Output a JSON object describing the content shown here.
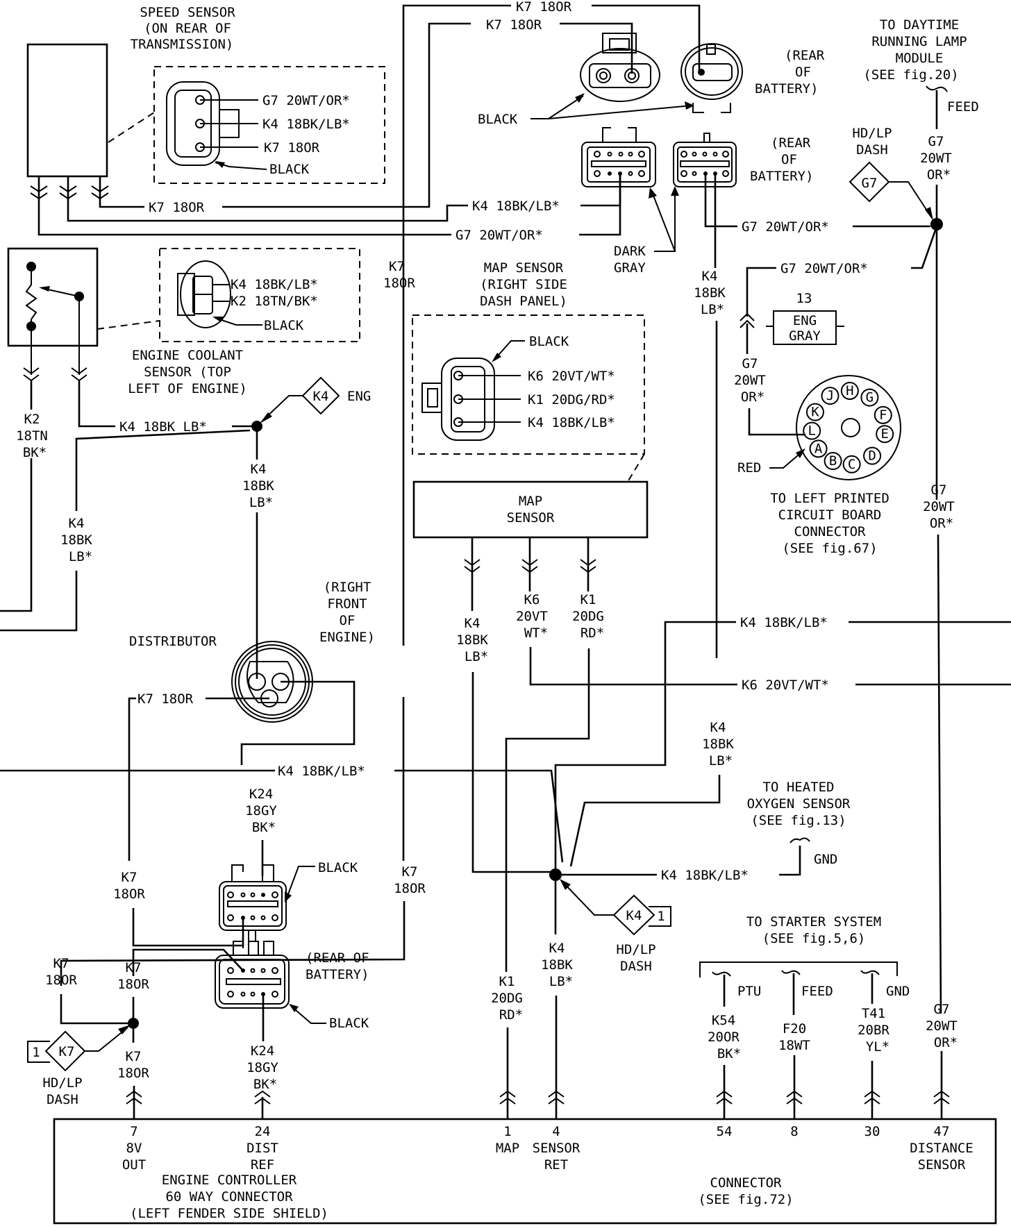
{
  "title": "Engine controller wiring: speed, coolant, MAP, distributor sensors",
  "colors": {
    "ink": "#000000",
    "paper": "#ffffff"
  },
  "components": {
    "speed_sensor": {
      "title": [
        "SPEED SENSOR",
        "(ON REAR OF",
        "TRANSMISSION)"
      ],
      "connector_color": "BLACK",
      "pins": [
        "G7 20WT/OR*",
        "K4 18BK/LB*",
        "K7 18OR"
      ]
    },
    "coolant_sensor": {
      "title": [
        "ENGINE COOLANT",
        "SENSOR (TOP",
        "LEFT OF ENGINE)"
      ],
      "connector_color": "BLACK",
      "pins": [
        "K4 18BK/LB*",
        "K2 18TN/BK*"
      ]
    },
    "map_sensor": {
      "title": [
        "MAP SENSOR",
        "(RIGHT SIDE",
        "DASH PANEL)"
      ],
      "box_label": [
        "MAP",
        "SENSOR"
      ],
      "connector_color": "BLACK",
      "pins": [
        "K6 20VT/WT*",
        "K1 20DG/RD*",
        "K4 18BK/LB*"
      ]
    },
    "distributor": {
      "title": "DISTRIBUTOR",
      "location": [
        "(RIGHT",
        "FRONT",
        "OF",
        "ENGINE)"
      ]
    },
    "rear_battery_top": {
      "location": [
        "(REAR",
        "OF",
        "BATTERY)"
      ],
      "connector_color": "BLACK"
    },
    "rear_battery_mid": {
      "location": [
        "(REAR",
        "OF",
        "BATTERY)"
      ],
      "connector_color": "DARK GRAY",
      "color_label": [
        "DARK",
        "GRAY"
      ]
    },
    "rear_battery_bottom": {
      "location": [
        "(REAR OF",
        "BATTERY)"
      ],
      "connector_color": "BLACK"
    },
    "lower_connector": {
      "connector_color": "BLACK"
    },
    "eng_gray": {
      "number": "13",
      "label": [
        "ENG",
        "GRAY"
      ]
    },
    "pcb_connector": {
      "title": [
        "TO LEFT PRINTED",
        "CIRCUIT BOARD",
        "CONNECTOR"
      ],
      "ref": "(SEE fig.67)",
      "color": "RED",
      "pins": [
        "A",
        "B",
        "C",
        "D",
        "E",
        "F",
        "G",
        "H",
        "J",
        "K",
        "L"
      ]
    },
    "engine_controller": {
      "title": [
        "ENGINE CONTROLLER",
        "60 WAY CONNECTOR",
        "(LEFT FENDER SIDE SHIELD)"
      ],
      "connector_ref": [
        "CONNECTOR",
        "(SEE fig.72)"
      ],
      "pins": [
        {
          "num": "7",
          "name": [
            "8V",
            "OUT"
          ]
        },
        {
          "num": "24",
          "name": [
            "DIST",
            "REF"
          ]
        },
        {
          "num": "1",
          "name": [
            "MAP"
          ]
        },
        {
          "num": "4",
          "name": [
            "SENSOR",
            "RET"
          ]
        },
        {
          "num": "54",
          "name": []
        },
        {
          "num": "8",
          "name": []
        },
        {
          "num": "30",
          "name": []
        },
        {
          "num": "47",
          "name": [
            "DISTANCE",
            "SENSOR"
          ]
        }
      ]
    }
  },
  "destinations": {
    "drl": {
      "title": [
        "TO DAYTIME",
        "RUNNING LAMP",
        "MODULE"
      ],
      "ref": "(SEE fig.20)",
      "feed": "FEED"
    },
    "oxygen": {
      "title": [
        "TO HEATED",
        "OXYGEN SENSOR"
      ],
      "ref": "(SEE fig.13)",
      "gnd": "GND"
    },
    "starter": {
      "title": "TO STARTER SYSTEM",
      "ref": "(SEE fig.5,6)",
      "taps": [
        "PTU",
        "FEED",
        "GND"
      ]
    }
  },
  "splices": {
    "g7_dash": {
      "id": "G7",
      "label": [
        "HD/LP",
        "DASH"
      ]
    },
    "k4_eng": {
      "id": "K4",
      "label": "ENG"
    },
    "k4_dash": {
      "id": "K4",
      "num": "1",
      "label": [
        "HD/LP",
        "DASH"
      ]
    },
    "k7_dash": {
      "id": "K7",
      "num": "1",
      "label": [
        "HD/LP",
        "DASH"
      ]
    }
  },
  "wire_labels": {
    "k7_top": "K7 18OR",
    "k7_second": "K7 18OR",
    "k7_speed": "K7 18OR",
    "k4_speed": "K4 18BK/LB*",
    "g7_speed": "G7 20WT/OR*",
    "g7_battery": "G7 20WT/OR*",
    "g7_eng_gray": "G7 20WT/OR*",
    "k4_coolant": "K4 18BK LB*",
    "k7_vertical": [
      "K7",
      "18OR"
    ],
    "k4_battery_vertical": [
      "K4",
      "18BK",
      "LB*"
    ],
    "g7_feed_vertical": [
      "G7",
      "20WT",
      "OR*"
    ],
    "g7_pcb_vertical": [
      "G7",
      "20WT",
      "OR*"
    ],
    "g7_right_vertical": [
      "G7",
      "20WT",
      "OR*"
    ],
    "k2_vertical": [
      "K2",
      "18TN",
      "BK*"
    ],
    "k4_left_vertical": [
      "K4",
      "18BK",
      "LB*"
    ],
    "k4_dist_vertical": [
      "K4",
      "18BK",
      "LB*"
    ],
    "k7_dist": "K7 18OR",
    "k4_horizontal": "K4 18BK/LB*",
    "k24_upper": [
      "K24",
      "18GY",
      "BK*"
    ],
    "k7_left_upper": [
      "K7",
      "18OR"
    ],
    "k7_right_vertical": [
      "K7",
      "18OR"
    ],
    "k4_map_vertical": [
      "K4",
      "18BK",
      "LB*"
    ],
    "k6_map_vertical": [
      "K6",
      "20VT",
      "WT*"
    ],
    "k1_map_vertical": [
      "K1",
      "20DG",
      "RD*"
    ],
    "k4_right_horizontal": "K4 18BK/LB*",
    "k6_right_horizontal": "K6 20VT/WT*",
    "k4_mid_vertical": [
      "K4",
      "18BK",
      "LB*"
    ],
    "k4_oxygen": "K4 18BK/LB*",
    "k7_a": [
      "K7",
      "18OR"
    ],
    "k7_b": [
      "K7",
      "18OR"
    ],
    "k7_c": [
      "K7",
      "18OR"
    ],
    "k24_lower": [
      "K24",
      "18GY",
      "BK*"
    ],
    "k1_lower": [
      "K1",
      "20DG",
      "RD*"
    ],
    "k4_lower": [
      "K4",
      "18BK",
      "LB*"
    ],
    "k54": [
      "K54",
      "20OR",
      "BK*"
    ],
    "f20": [
      "F20",
      "18WT"
    ],
    "t41": [
      "T41",
      "20BR",
      "YL*"
    ],
    "g7_lower": [
      "G7",
      "20WT",
      "OR*"
    ]
  }
}
